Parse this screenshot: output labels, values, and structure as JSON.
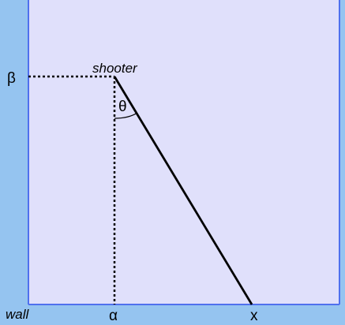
{
  "labels": {
    "shooter": "shooter",
    "theta": "θ",
    "beta": "β",
    "alpha": "α",
    "x": "x",
    "wall": "wall"
  },
  "colors": {
    "field": "#E0E0FB",
    "wall": "#95C4F0",
    "border": "#4F70EE",
    "lines": "#000000"
  }
}
